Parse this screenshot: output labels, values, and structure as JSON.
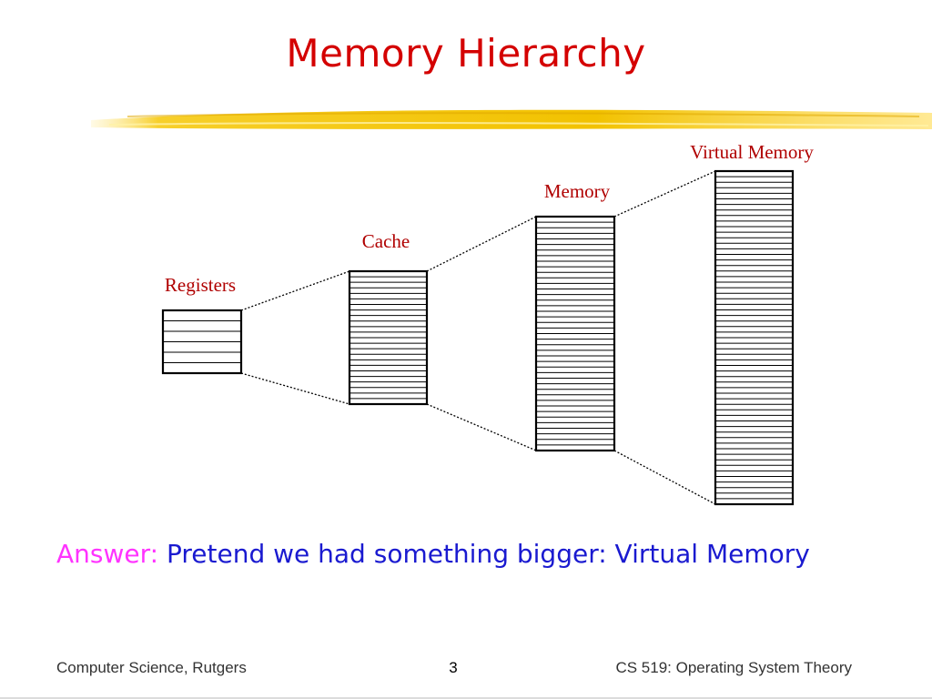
{
  "slide": {
    "title": "Memory Hierarchy",
    "accent_color": "#d40000",
    "underline_color": "#f2c200"
  },
  "diagram": {
    "levels": [
      {
        "label": "Registers",
        "rows": 6
      },
      {
        "label": "Cache",
        "rows": 24
      },
      {
        "label": "Memory",
        "rows": 42
      },
      {
        "label": "Virtual Memory",
        "rows": 60
      }
    ],
    "label_color": "#b00000"
  },
  "answer": {
    "lead": "Answer:",
    "text": " Pretend we had something bigger: Virtual Memory",
    "lead_color": "#ff33ff",
    "text_color": "#1a1ad0"
  },
  "footer": {
    "left": "Computer Science, Rutgers",
    "page_number": "3",
    "right": "CS 519: Operating System Theory"
  }
}
